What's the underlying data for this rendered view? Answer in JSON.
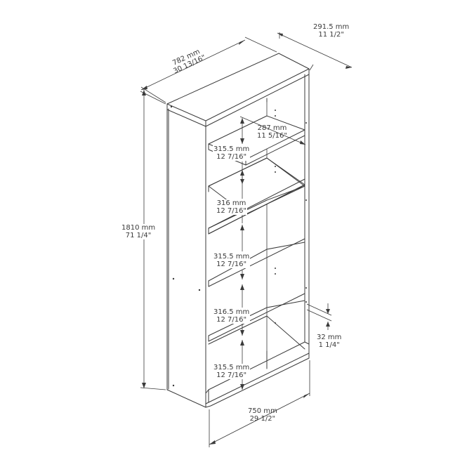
{
  "diagram": {
    "type": "dimension-drawing",
    "subject": "5-shelf bookcase",
    "colors": {
      "line": "#3a3a3a",
      "text": "#3a3a3a",
      "background": "#ffffff"
    },
    "dimensions": {
      "width_top": {
        "mm": "782 mm",
        "in": "30 13/16\""
      },
      "depth": {
        "mm": "291.5 mm",
        "in": "11 1/2\""
      },
      "height": {
        "mm": "1810 mm",
        "in": "71 1/4\""
      },
      "shelf_depth": {
        "mm": "287 mm",
        "in": "11 5/16\""
      },
      "shelf_thickness": {
        "mm": "32 mm",
        "in": "1 1/4\""
      },
      "width_bottom": {
        "mm": "750 mm",
        "in": "29 1/2\""
      }
    },
    "shelf_spacings": [
      {
        "mm": "315.5 mm",
        "in": "12 7/16\""
      },
      {
        "mm": "316 mm",
        "in": "12 7/16\""
      },
      {
        "mm": "315.5 mm",
        "in": "12 7/16\""
      },
      {
        "mm": "316.5 mm",
        "in": "12 7/16\""
      },
      {
        "mm": "315.5 mm",
        "in": "12 7/16\""
      }
    ]
  }
}
